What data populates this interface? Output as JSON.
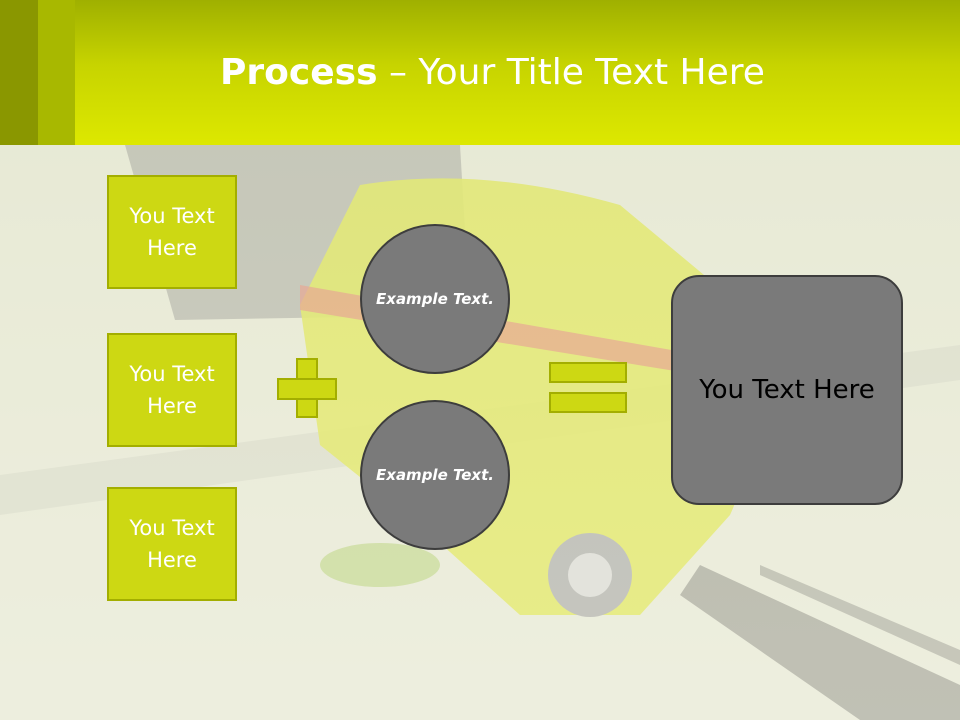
{
  "title": {
    "bold": "Process",
    "rest": " – Your Title Text Here"
  },
  "left_boxes": [
    {
      "label": "You Text Here"
    },
    {
      "label": "You Text Here"
    },
    {
      "label": "You Text Here"
    }
  ],
  "circles": [
    {
      "label": "Example Text."
    },
    {
      "label": "Example Text."
    }
  ],
  "result": {
    "label": "You Text Here"
  },
  "colors": {
    "accent": "#cdd813",
    "accent_border": "#a3ae00",
    "circle_fill": "#7a7a7a",
    "header": "#c7d400"
  }
}
